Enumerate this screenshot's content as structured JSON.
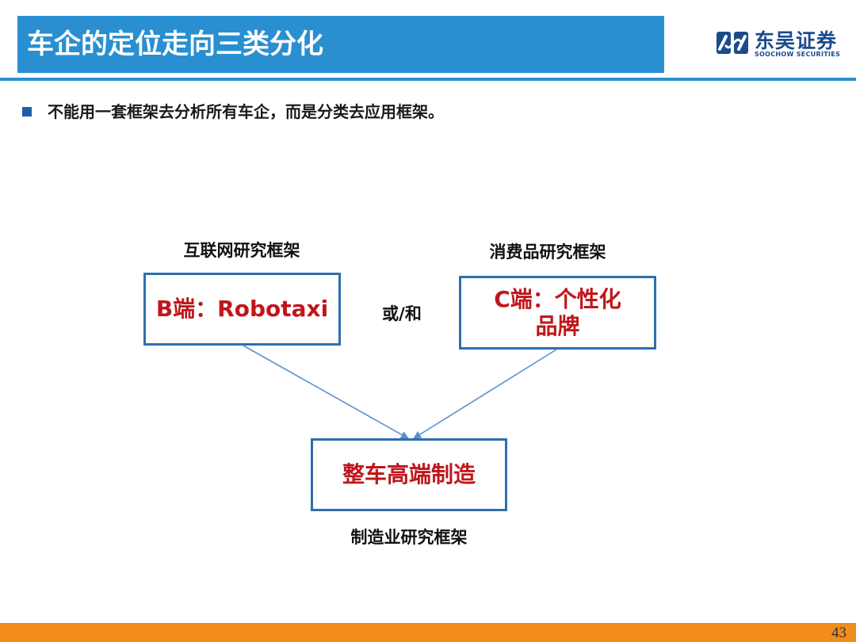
{
  "header": {
    "title": "车企的定位走向三类分化",
    "logo_cn": "东吴证券",
    "logo_en": "SOOCHOW SECURITIES"
  },
  "bullet": {
    "text": "不能用一套框架去分析所有车企，而是分类去应用框架。"
  },
  "diagram": {
    "left": {
      "label": "互联网研究框架",
      "box_text": "B端：Robotaxi"
    },
    "connector": "或/和",
    "right": {
      "label": "消费品研究框架",
      "box_line1": "C端：个性化",
      "box_line2": "品牌"
    },
    "bottom": {
      "box_text": "整车高端制造",
      "label": "制造业研究框架"
    }
  },
  "footer": {
    "page_number": "43"
  },
  "colors": {
    "title_bar": "#2a8fd0",
    "box_border": "#2e6fae",
    "box_text": "#c0161b",
    "arrow": "#5b8fd0",
    "footer_bar": "#f28c1c",
    "logo": "#1a4b8c"
  }
}
